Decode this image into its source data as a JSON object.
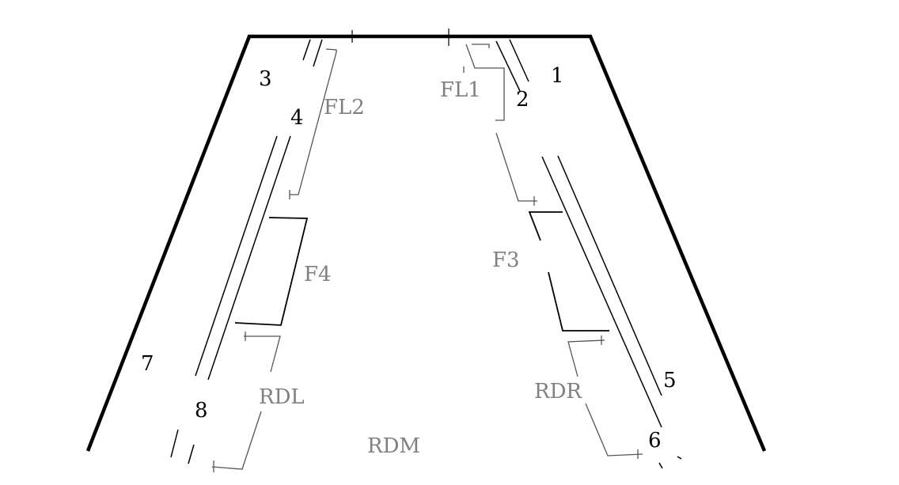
{
  "colors": {
    "outline": "#000000",
    "line": "#000000",
    "bracket": "#555555",
    "number": "#000000",
    "label": "#808080"
  },
  "numbers": {
    "n1": "1",
    "n2": "2",
    "n3": "3",
    "n4": "4",
    "n5": "5",
    "n6": "6",
    "n7": "7",
    "n8": "8"
  },
  "labels": {
    "fl1": "FL1",
    "fl2": "FL2",
    "f3": "F3",
    "f4": "F4",
    "rdl": "RDL",
    "rdr": "RDR",
    "rdm": "RDM"
  }
}
